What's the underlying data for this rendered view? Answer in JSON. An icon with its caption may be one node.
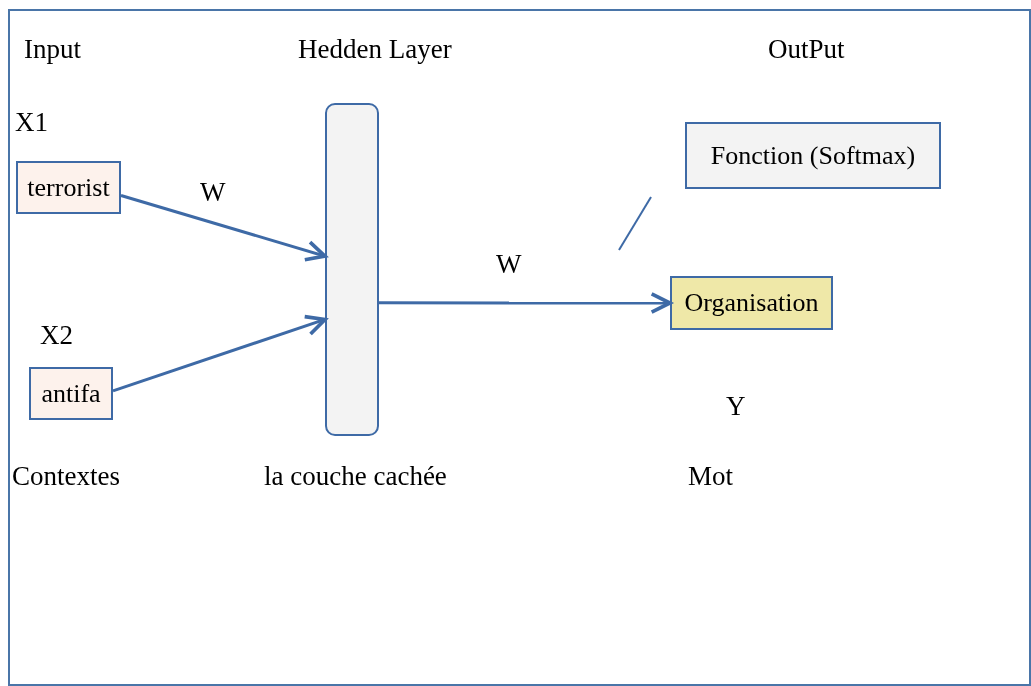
{
  "diagram": {
    "nodes": [
      {
        "text": [
          "terrorist"
        ]
      },
      {
        "text": [
          "antifa"
        ]
      },
      {
        "text": [],
        "shape": "box"
      },
      {
        "text": [
          "Fonction (Softmax)"
        ]
      },
      {
        "text": [
          "Organisation"
        ]
      }
    ],
    "edges": [
      {
        "from": 0,
        "to": 2,
        "arrow": "to",
        "label": "W"
      },
      {
        "from": 1,
        "to": 2,
        "arrow": "to"
      },
      {
        "from": 2,
        "to": 4,
        "arrow": "to",
        "label": "W"
      }
    ],
    "labels": [
      "Input",
      "Hedden Layer",
      "OutPut",
      "X1",
      "X2",
      "Y",
      "Contextes",
      "la couche cachée",
      "Mot"
    ]
  }
}
